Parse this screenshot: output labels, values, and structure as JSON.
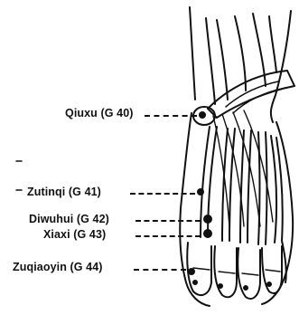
{
  "points": [
    {
      "key": "qiuxu",
      "label": "Qiuxu (G 40)"
    },
    {
      "key": "zulinqi",
      "label": "Zutinqi (G 41)"
    },
    {
      "key": "diwuhui",
      "label": "Diwuhui (G 42)"
    },
    {
      "key": "xiaxi",
      "label": "Xiaxi (G 43)"
    },
    {
      "key": "zuqiaoyin",
      "label": "Zuqiaoyin (G 44)"
    }
  ],
  "colors": {
    "ink": "#111111",
    "paper": "#ffffff"
  }
}
